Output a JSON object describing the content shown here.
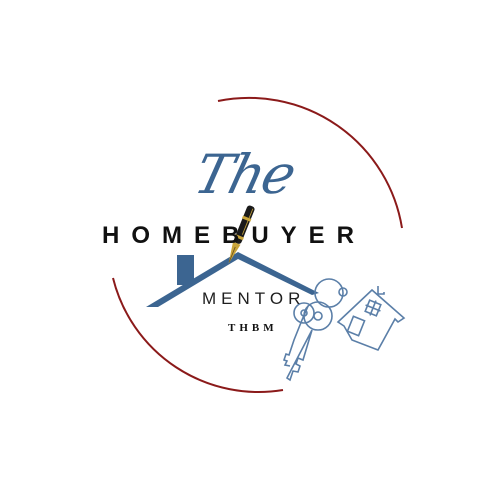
{
  "logo": {
    "script_word": "The",
    "main_word": "HOMEBUYER",
    "sub_word": "MENTOR",
    "abbreviation": "THBM"
  },
  "colors": {
    "ring": "#8b1a1a",
    "accent_blue": "#3c6591",
    "text": "#111111",
    "keys_outline": "#5b7fa8"
  },
  "icons": [
    "roof-icon",
    "fountain-pen-icon",
    "keys-icon",
    "house-keychain-icon"
  ]
}
